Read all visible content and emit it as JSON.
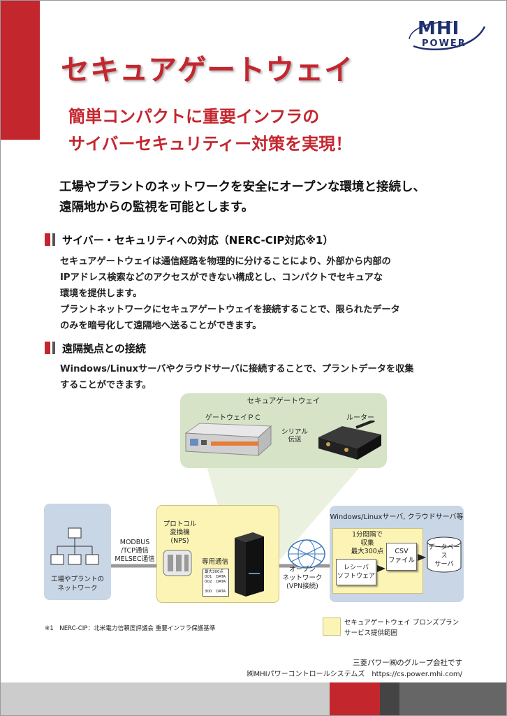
{
  "header": {
    "title": "セキュアゲートウェイ",
    "subtitle_line1": "簡単コンパクトに重要インフラの",
    "subtitle_line2": "サイバーセキュリティー対策を実現！",
    "logo_mhi": "MHI",
    "logo_power": "POWER"
  },
  "lead": {
    "line1": "工場やプラントのネットワークを安全にオープンな環境と接続し、",
    "line2": "遠隔地からの監視を可能とします。"
  },
  "section1": {
    "heading": "サイバー・セキュリティへの対応（NERC-CIP対応※1）",
    "lines": [
      "セキュアゲートウェイは通信経路を物理的に分けることにより、外部から内部の",
      "IPアドレス検索などのアクセスができない構成とし、コンパクトでセキュアな",
      "環境を提供します。",
      "プラントネットワークにセキュアゲートウェイを接続することで、限られたデータ",
      "のみを暗号化して遠隔地へ送ることができます。"
    ]
  },
  "section2": {
    "heading": "遠隔拠点との接続",
    "lines": [
      "Windows/Linuxサーバやクラウドサーバに接続することで、プラントデータを収集",
      "することができます。"
    ]
  },
  "diagram": {
    "gateway_title": "セキュアゲートウェイ",
    "gateway_pc": "ゲートウェイＰＣ",
    "router": "ルーター",
    "serial": "シリアル\n伝送",
    "factory_network": "工場やプラントの\nネットワーク",
    "modbus": "MODBUS\n/TCP通信\nMELSEC通信",
    "nps": "プロトコル\n変換機\n(NPS)",
    "dedicated": "専用通信",
    "data_box": "最大300点\n001　DATA\n002　DATA\n　：\n300　DATA",
    "open_network": "オープン\nネットワーク\n(VPN接続)",
    "servers_title": "Windows/Linuxサーバ, クラウドサーバ等",
    "collect": "1分間隔で\n収集\n最大300点",
    "relay_software": "レシーバ\nソフトウェア",
    "csv_file": "CSV\nファイル",
    "database_server": "データベース\nサーバ"
  },
  "footnote": "※1　NERC-CIP：北米電力信頼度評議会 重要インフラ保護基準",
  "legend": "セキュアゲートウェイ ブロンズプラン\nサービス提供範囲",
  "company": {
    "line1": "三菱パワー㈱のグループ会社です",
    "line2": "㈱MHIパワーコントロールシステムズ　https://cs.power.mhi.com/"
  },
  "colors": {
    "accent_red": "#c4262e",
    "panel_green": "#d6e3c7",
    "panel_blue": "#c8d6e6",
    "panel_yellow": "#fbf4b4",
    "logo_navy": "#1f2f6f"
  }
}
